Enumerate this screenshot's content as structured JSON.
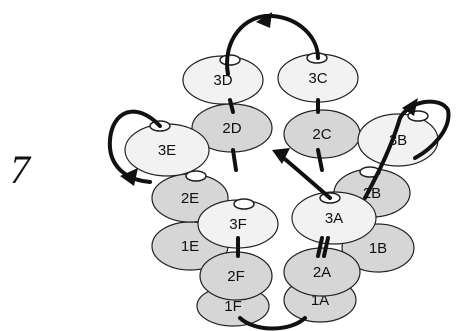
{
  "step_number": "7",
  "colors": {
    "light_bead": "#f2f2f2",
    "shaded_bead": "#d6d6d6",
    "outline": "#222222",
    "thread": "#111111"
  },
  "beads": [
    {
      "id": "1F",
      "label": "1F",
      "shade": "shaded"
    },
    {
      "id": "1A",
      "label": "1A",
      "shade": "shaded"
    },
    {
      "id": "1E",
      "label": "1E",
      "shade": "shaded"
    },
    {
      "id": "1B",
      "label": "1B",
      "shade": "shaded"
    },
    {
      "id": "2E",
      "label": "2E",
      "shade": "shaded"
    },
    {
      "id": "2B",
      "label": "2B",
      "shade": "shaded"
    },
    {
      "id": "2D",
      "label": "2D",
      "shade": "shaded"
    },
    {
      "id": "2C",
      "label": "2C",
      "shade": "shaded"
    },
    {
      "id": "2F",
      "label": "2F",
      "shade": "shaded"
    },
    {
      "id": "2A",
      "label": "2A",
      "shade": "shaded"
    },
    {
      "id": "3D",
      "label": "3D",
      "shade": "light"
    },
    {
      "id": "3C",
      "label": "3C",
      "shade": "light"
    },
    {
      "id": "3E",
      "label": "3E",
      "shade": "light"
    },
    {
      "id": "3B",
      "label": "3B",
      "shade": "light"
    },
    {
      "id": "3F",
      "label": "3F",
      "shade": "light"
    },
    {
      "id": "3A",
      "label": "3A",
      "shade": "light"
    }
  ]
}
